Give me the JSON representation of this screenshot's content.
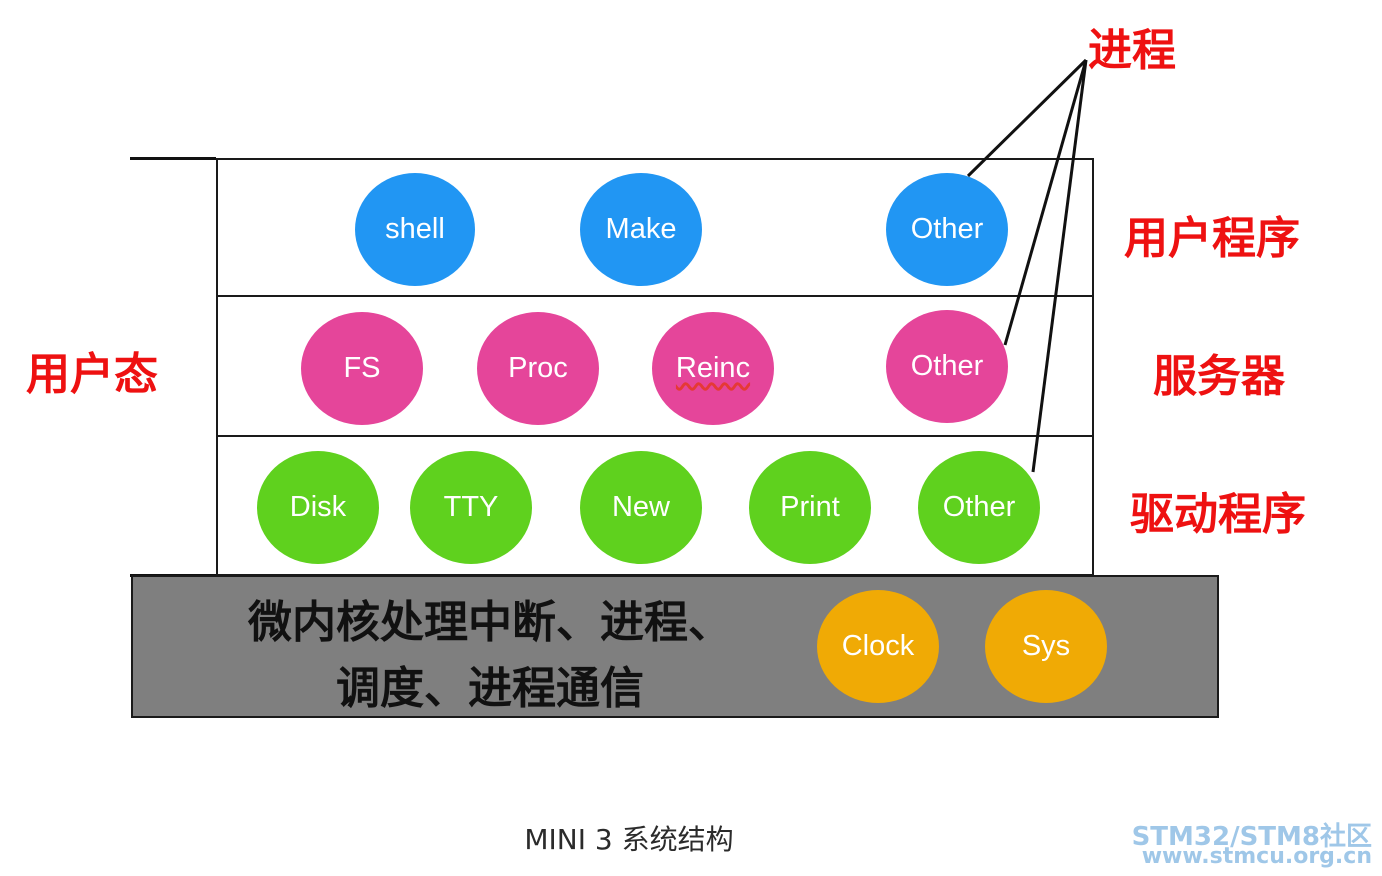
{
  "labels": {
    "process": "进程",
    "user_mode": "用户态",
    "user_programs": "用户程序",
    "servers": "服务器",
    "drivers": "驱动程序"
  },
  "user_programs": [
    "shell",
    "Make",
    "Other"
  ],
  "servers": [
    "FS",
    "Proc",
    "Reinc",
    "Other"
  ],
  "drivers": [
    "Disk",
    "TTY",
    "New",
    "Print",
    "Other"
  ],
  "kernel": {
    "line1": "微内核处理中断、进程、",
    "line2": "调度、进程通信",
    "tasks": [
      "Clock",
      "Sys"
    ]
  },
  "caption": "MINI 3 系统结构",
  "watermark": {
    "line1": "STM32/STM8社区",
    "line2": "www.stmcu.org.cn"
  },
  "colors": {
    "user_programs": "#2196f3",
    "servers": "#e5459a",
    "drivers": "#5fd11e",
    "kernel_tasks": "#f0aa05",
    "kernel_band": "#7f7f7f",
    "labels": "#ee1111"
  }
}
